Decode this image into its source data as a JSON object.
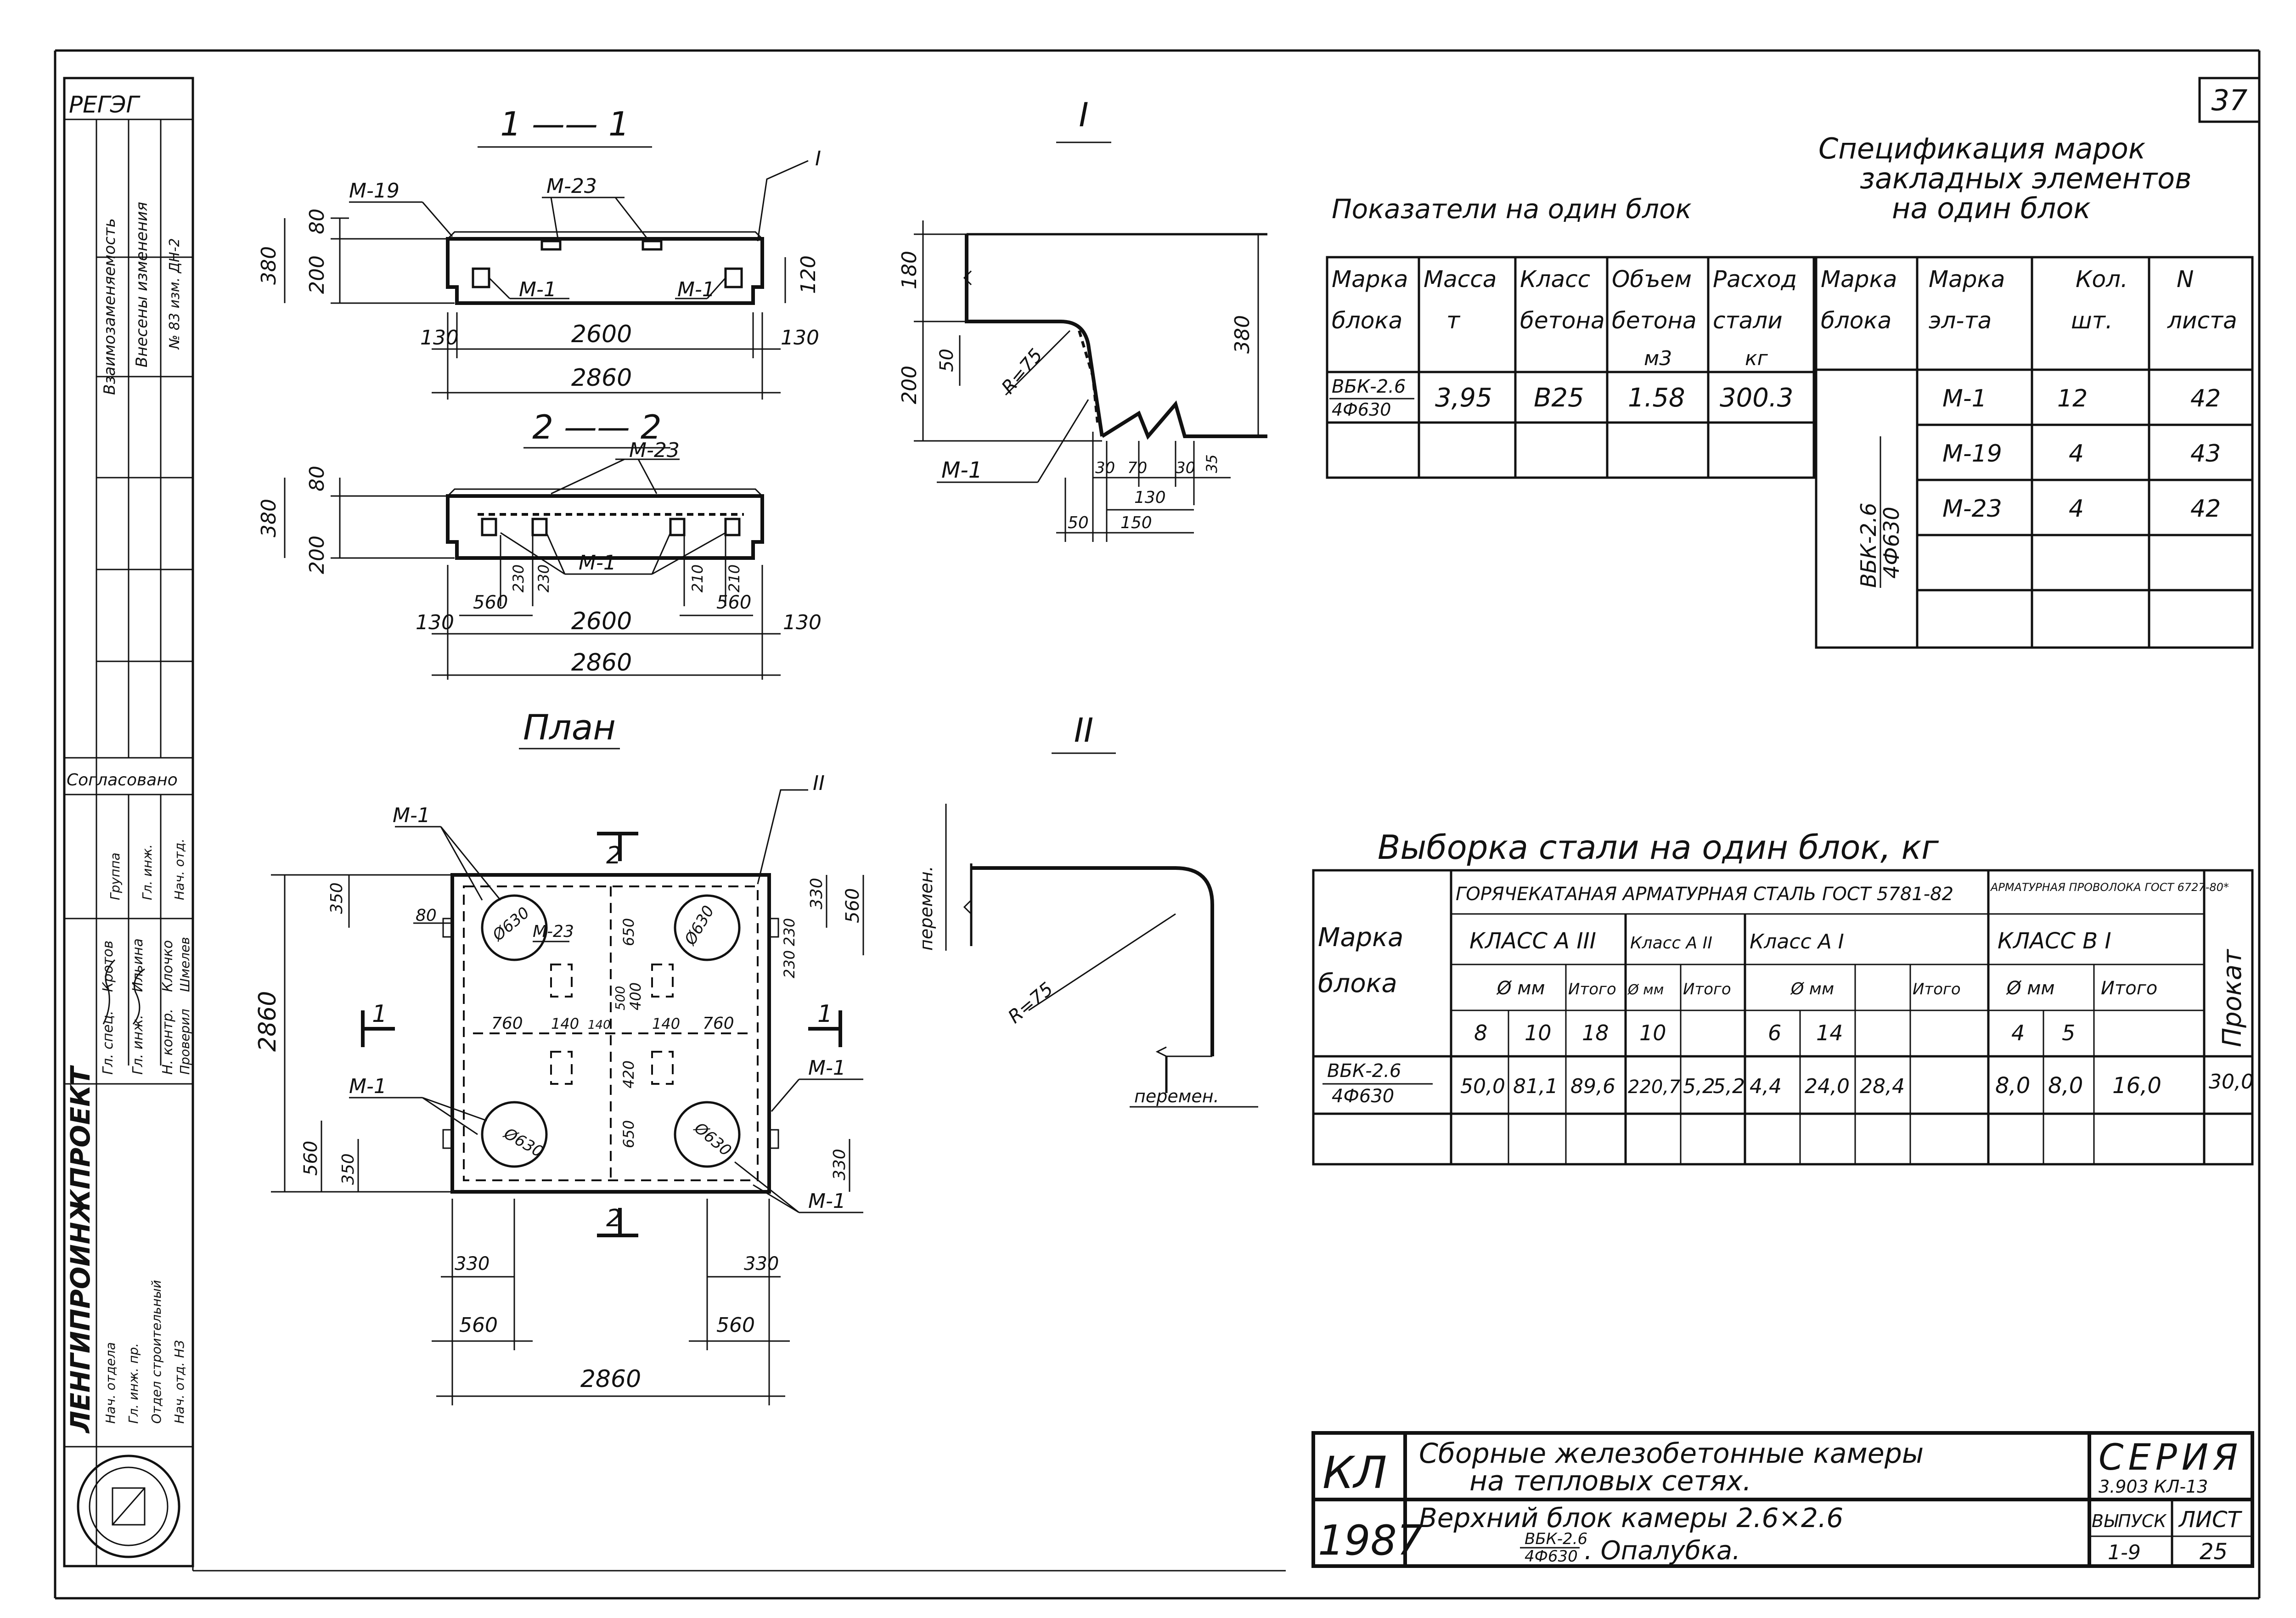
{
  "sheet_number": "37",
  "stamp_top": "РЕГЭГ",
  "side_stamp": {
    "header": [
      "Взаимозаменяемость",
      "Внесены изменения",
      "№ 83 изм. ДН-2"
    ],
    "agreed": "Согласовано",
    "agreed_rows": [
      "Группа",
      "Гл. инж.",
      "Нач. отд."
    ],
    "people": [
      [
        "Гл. спец.",
        "Кротов"
      ],
      [
        "Гл. инж.",
        "Ильина"
      ],
      [
        "Н. контр.",
        "Клочко"
      ],
      [
        "Проверил",
        "Шмелев"
      ]
    ],
    "org": "ЛЕНГИПРОИНЖПРОЕКТ",
    "org_rows": [
      "Нач. отдела",
      "Гл. инж. пр.",
      "Отдел строительный",
      "Нач. отд. НЗ"
    ]
  },
  "views": {
    "section_1": "1 —— 1",
    "section_2": "2 —— 2",
    "plan": "План",
    "detail_1": "I",
    "detail_2": "II"
  },
  "labels": {
    "m1": "М-1",
    "m19": "М-19",
    "m23": "М-23",
    "r75": "R=75",
    "var": "перемен.",
    "phi630": "Ø630",
    "sec1": "1",
    "sec2": "2",
    "mark_I": "I",
    "mark_II": "II"
  },
  "dims": {
    "d80": "80",
    "d200": "200",
    "d380": "380",
    "d120": "120",
    "d130": "130",
    "d2600": "2600",
    "d2860": "2860",
    "d180": "180",
    "d50": "50",
    "d30": "30",
    "d70": "70",
    "d35": "35",
    "d150": "150",
    "d230": "230",
    "d210": "210",
    "d560": "560",
    "d350": "350",
    "d330": "330",
    "d650": "650",
    "d760": "760",
    "d140": "140",
    "d400": "400",
    "d500": "500",
    "d420": "420"
  },
  "indicators": {
    "title": "Показатели на один блок",
    "headers": [
      [
        "Марка",
        "блока"
      ],
      [
        "Масса",
        "т"
      ],
      [
        "Класс",
        "бетона"
      ],
      [
        "Объем",
        "бетона",
        "м3"
      ],
      [
        "Расход",
        "стали",
        "кг"
      ]
    ],
    "row": [
      "ВБК-2.6",
      "4Ф630",
      "3,95",
      "В25",
      "1.58",
      "300.3"
    ]
  },
  "spec": {
    "title_lines": [
      "Спецификация марок",
      "закладных элементов",
      "на один блок"
    ],
    "headers": [
      [
        "Марка",
        "блока"
      ],
      [
        "Марка",
        "эл-та"
      ],
      [
        "Кол.",
        "шт."
      ],
      [
        "N",
        "листа"
      ]
    ],
    "block": "ВБК-2.6",
    "block2": "4Ф630",
    "rows": [
      [
        "М-1",
        "12",
        "42"
      ],
      [
        "М-19",
        "4",
        "43"
      ],
      [
        "М-23",
        "4",
        "42"
      ]
    ]
  },
  "steel": {
    "title": "Выборка стали на один блок, кг",
    "group1": "ГОРЯЧЕКАТАНАЯ АРМАТУРНАЯ СТАЛЬ ГОСТ 5781-82",
    "group2": "АРМАТУРНАЯ ПРОВОЛОКА ГОСТ 6727-80*",
    "mark_header": [
      "Марка",
      "блока"
    ],
    "classes": [
      "КЛАСС А III",
      "Класс А II",
      "Класс А I",
      "КЛАСС В I"
    ],
    "diam": "Ø мм",
    "total": "Итого",
    "rolled": "Прокат",
    "diameters": [
      "8",
      "10",
      "18",
      "10",
      "6",
      "14",
      "4",
      "5"
    ],
    "block": "ВБК-2.6",
    "block2": "4Ф630",
    "values": [
      "50,0",
      "81,1",
      "89,6",
      "220,7",
      "5,2",
      "5,2",
      "4,4",
      "24,0",
      "28,4",
      "8,0",
      "8,0",
      "16,0",
      "30,0"
    ]
  },
  "title_block": {
    "code": "КЛ",
    "year": "1987",
    "title1": "Сборные железобетонные камеры",
    "title2": "на тепловых сетях.",
    "subtitle1": "Верхний блок камеры 2.6×2.6",
    "subtitle2": "ВБК-2.6",
    "subtitle3": "4Ф630",
    "subtitle4": ". Опалубка.",
    "series_label": "СЕРИЯ",
    "series": "3.903 КЛ-13",
    "issue_label": "ВЫПУСК",
    "issue": "1-9",
    "sheet_label": "ЛИСТ",
    "sheet": "25"
  }
}
